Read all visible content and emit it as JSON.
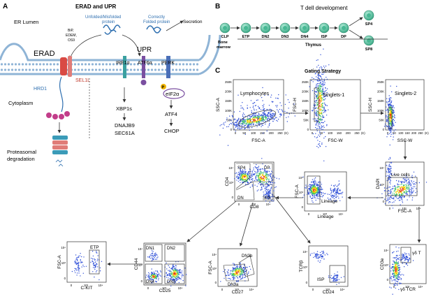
{
  "panelA": {
    "letter": "A",
    "title": "ERAD and UPR",
    "er_lumen": "ER Lumen",
    "unfolded1": "Unfolded/Misfolded",
    "unfolded2": "protein",
    "correct1": "Correctly",
    "correct2": "Folded protein",
    "secretion": "Secretion",
    "bip": "BiP,",
    "edem": "EDEM,",
    "os9": "OS9",
    "erad": "ERAD",
    "upr": "UPR",
    "sel1l": "SEL1L",
    "hrd1": "HRD1",
    "ire1a": "IRE1α",
    "atf6a": "ATF6α",
    "perk": "PERK",
    "p": "P",
    "eif2a": "eIF2α",
    "cytoplasm": "Cytoplasm",
    "xbp1s": "XBP1s",
    "dnajb9": "DNAJB9",
    "sec61a": "SEC61A",
    "atf4": "ATF4",
    "chop": "CHOP",
    "proteasomal1": "Proteasomal",
    "proteasomal2": "degradation"
  },
  "panelB": {
    "letter": "B",
    "title": "T dell development",
    "nodes": [
      "CLP",
      "ETP",
      "DN2",
      "DN3",
      "DN4",
      "ISP",
      "DP",
      "SP4",
      "SP8"
    ],
    "bone1": "Bone",
    "bone2": "marrow",
    "thymus": "Thymus"
  },
  "panelC": {
    "letter": "C",
    "title": "Gating Strategy",
    "p1": {
      "ylabel": "SSC-A",
      "xlabel": "FSC-A",
      "gate": "Lymphocytes",
      "yticks": [
        "250K",
        "200K",
        "150K",
        "100K",
        "50K",
        "0"
      ],
      "xticks": [
        "0",
        "50",
        "100",
        "150",
        "200",
        "250"
      ],
      "xunit": "(K)"
    },
    "p2": {
      "ylabel": "FSC-H",
      "xlabel": "FSC-W",
      "gate": "Singlets-1",
      "yticks": [
        "250K",
        "200K",
        "150K",
        "100K",
        "50K",
        "0"
      ],
      "xticks": [
        "0",
        "50",
        "100",
        "150",
        "200",
        "250"
      ],
      "xunit": "(K)"
    },
    "p3": {
      "ylabel": "SSC-H",
      "xlabel": "SSC-W",
      "gate": "Singlets-2",
      "yticks": [
        "250K",
        "200K",
        "150K",
        "100K",
        "50K",
        "0"
      ],
      "xticks": [
        "0",
        "50",
        "100",
        "150",
        "200",
        "250"
      ],
      "xunit": "(K)"
    },
    "p4": {
      "ylabel": "CD4",
      "xlabel": "CD8",
      "g1": "SP4",
      "g2": "DP",
      "g3": "DN",
      "g4": "SP8"
    },
    "p5": {
      "ylabel": "FSC-A",
      "xlabel": "Lineage",
      "gate": "Lineage"
    },
    "p6": {
      "ylabel": "DAPI",
      "xlabel": "FSC-A",
      "gate": "Live cells"
    },
    "p7": {
      "ylabel": "FSC-A",
      "xlabel": "C-KIT",
      "gate": "ETP"
    },
    "p8": {
      "ylabel": "CD44",
      "xlabel": "CD25",
      "g1": "DN1",
      "g2": "DN2",
      "g3": "DN4",
      "g4": "DN3"
    },
    "p9": {
      "ylabel": "FSC-A",
      "xlabel": "CD27",
      "g1": "DN3b",
      "g2": "DN3a"
    },
    "p10": {
      "ylabel": "TCRβ",
      "xlabel": "CD24",
      "gate": "ISP"
    },
    "p11": {
      "ylabel": "CD3e",
      "xlabel": "γδ TCR",
      "gate": "γδ T"
    }
  }
}
